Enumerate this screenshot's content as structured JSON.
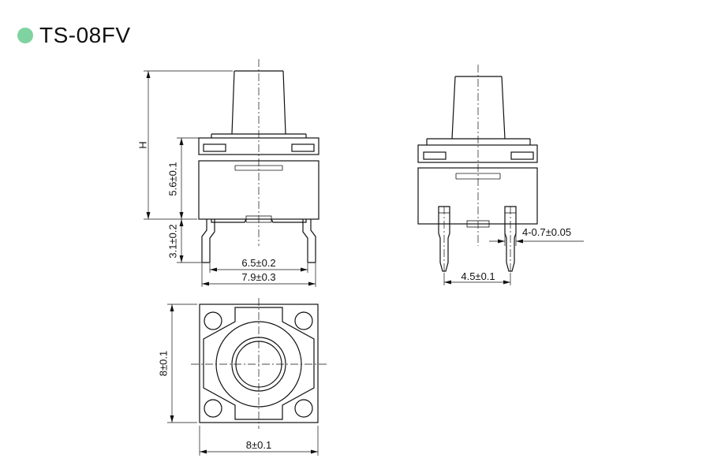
{
  "title": "TS-08FV",
  "colors": {
    "bullet": "#7fd3a0",
    "line": "#111111"
  },
  "dimensions": {
    "height_label": "H",
    "body_height": "5.6±0.1",
    "pin_height": "3.1±0.2",
    "pin_span_inner": "6.5±0.2",
    "pin_span_outer": "7.9±0.3",
    "pin_pitch": "4.5±0.1",
    "pin_width": "4-0.7±0.05",
    "top_height": "8±0.1",
    "top_width": "8±0.1"
  }
}
